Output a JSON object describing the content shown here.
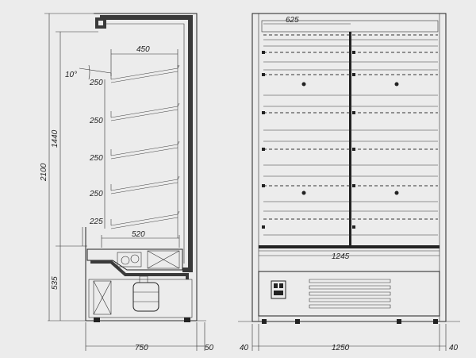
{
  "side_view": {
    "total_height": "2100",
    "upper_height": "1440",
    "base_height": "535",
    "shelf_angle": "10°",
    "shelf_depth": "450",
    "shelf_spacings": [
      "250",
      "250",
      "250",
      "250",
      "225"
    ],
    "bottom_shelf_depth": "520",
    "depth": "750",
    "bumper": "50"
  },
  "front_view": {
    "half_width": "625",
    "inner_width": "1245",
    "width": "1250",
    "left_side": "40",
    "right_side": "40"
  }
}
